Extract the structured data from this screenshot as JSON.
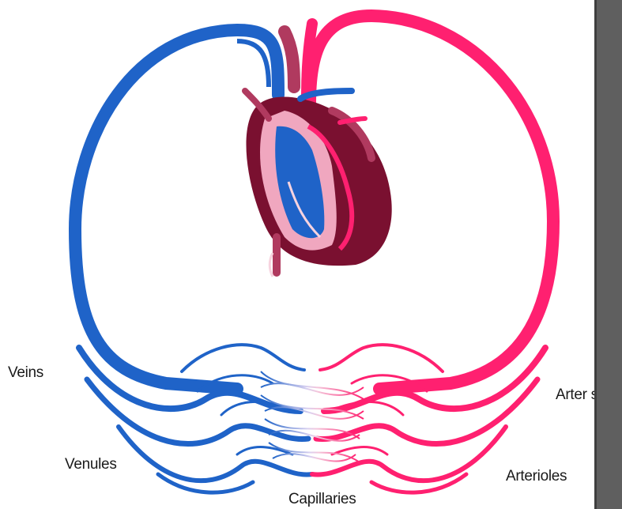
{
  "diagram": {
    "labels": {
      "veins": "Veins",
      "venules": "Venules",
      "capillaries": "Capillaries",
      "arterioles": "Arterioles",
      "arteries": "Arter  s"
    },
    "faint_top_text": "",
    "colors": {
      "vein": "#1f63c8",
      "artery": "#ff2070",
      "heart_dark": "#7a1030",
      "heart_mid": "#b03a5f",
      "heart_light": "#f0a7bf",
      "heart_pale": "#f7d3df",
      "capillary": "#c9b8e8",
      "sidebar": "#5f5f5f"
    },
    "icons": {
      "heart": "heart-illustration"
    }
  }
}
